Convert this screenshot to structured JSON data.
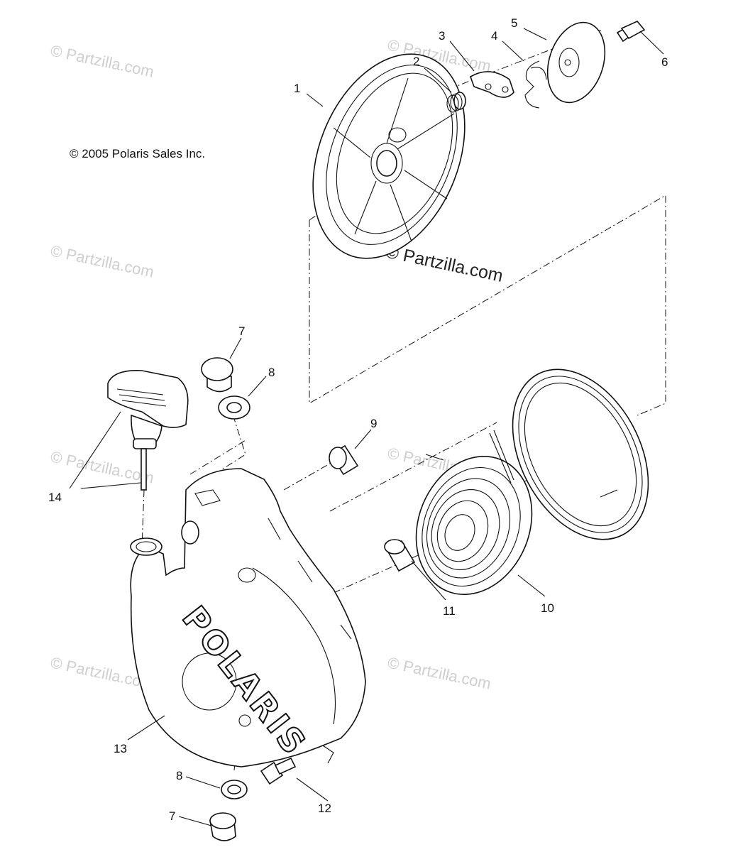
{
  "copyright": "© 2005 Polaris Sales Inc.",
  "watermark": "© Partzilla.com",
  "brand_logo": "POLARIS",
  "callouts": {
    "c1": "1",
    "c2": "2",
    "c3": "3",
    "c4": "4",
    "c5": "5",
    "c6": "6",
    "c7a": "7",
    "c8a": "8",
    "c9": "9",
    "c10": "10",
    "c11": "11",
    "c12": "12",
    "c13": "13",
    "c14": "14",
    "c8b": "8",
    "c7b": "7"
  }
}
